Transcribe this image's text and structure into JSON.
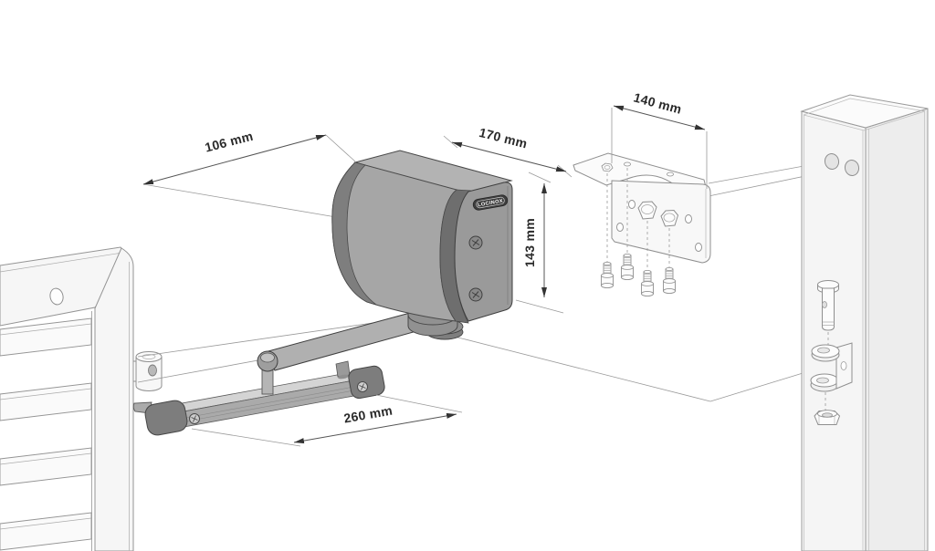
{
  "diagram": {
    "brand_badge": "LOCINOX",
    "dimensions": {
      "gate_to_axis": "106 mm",
      "body_width": "170 mm",
      "body_height": "143 mm",
      "bracket_width": "140 mm",
      "arm_length": "260 mm"
    },
    "colors": {
      "body_gray": "#a6a6a6",
      "dark_gray": "#6e6e6e",
      "line_gray": "#8f8f8f",
      "dim_text": "#2a2a2a"
    }
  }
}
